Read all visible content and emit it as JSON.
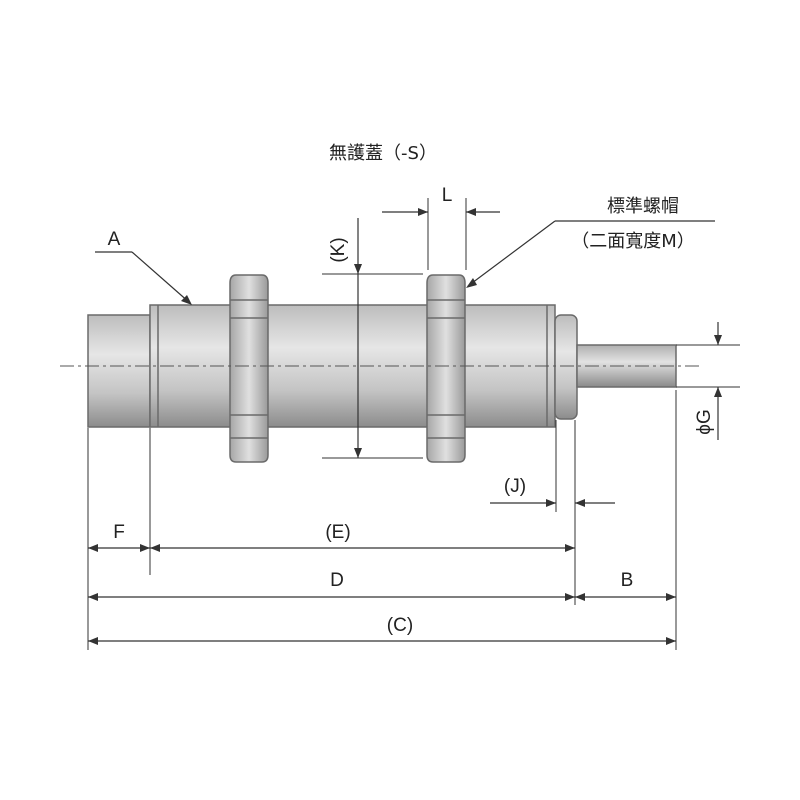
{
  "title": "無護蓋（-S）",
  "callouts": {
    "a": "A",
    "nut_line1": "標準螺帽",
    "nut_line2": "（二面寬度M）"
  },
  "dimensions": {
    "b": "B",
    "c": "(C)",
    "d": "D",
    "e": "(E)",
    "f": "F",
    "g": "ϕG",
    "j": "(J)",
    "k": "(K)",
    "l": "L"
  },
  "colors": {
    "body_light": "#e6e6e6",
    "body_mid": "#bdbdbd",
    "body_dark": "#8c8c8c",
    "line": "#333333"
  }
}
